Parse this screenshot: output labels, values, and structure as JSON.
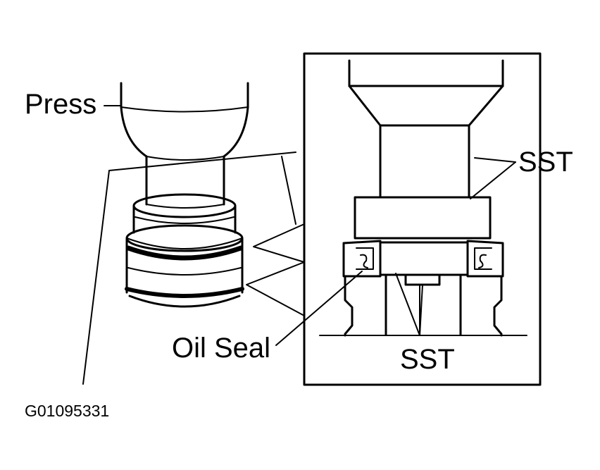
{
  "labels": {
    "press": "Press",
    "sst_top": "SST",
    "oil_seal": "Oil Seal",
    "sst_bottom": "SST",
    "figure_code": "G01095331"
  },
  "colors": {
    "ink": "#000000",
    "paper": "#ffffff"
  }
}
